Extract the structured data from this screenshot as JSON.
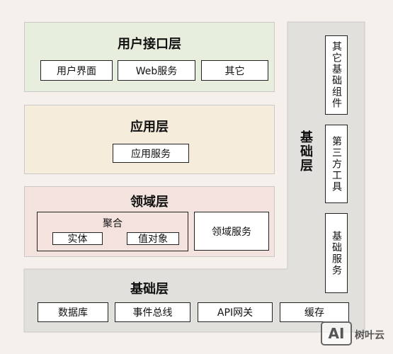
{
  "ui_layer": {
    "title": "用户接口层",
    "items": [
      "用户界面",
      "Web服务",
      "其它"
    ]
  },
  "app_layer": {
    "title": "应用层",
    "items": [
      "应用服务"
    ]
  },
  "domain_layer": {
    "title": "领域层",
    "aggregate": {
      "title": "聚合",
      "items": [
        "实体",
        "值对象"
      ]
    },
    "items": [
      "领域服务"
    ]
  },
  "infra_layer": {
    "title": "基础层",
    "vertical_title": "基础层",
    "items": [
      "数据库",
      "事件总线",
      "API网关",
      "缓存"
    ],
    "side_items": [
      "其它基础组件",
      "第三方工具",
      "基础服务"
    ]
  },
  "watermark": {
    "logo_text": "AI",
    "brand": "树叶云"
  },
  "colors": {
    "ui_layer_bg": "#e8eedd",
    "app_layer_bg": "#f6ecdc",
    "domain_layer_bg": "#f3e2de",
    "infra_layer_bg": "#e2e0dd",
    "page_bg": "#f6f0ed"
  }
}
